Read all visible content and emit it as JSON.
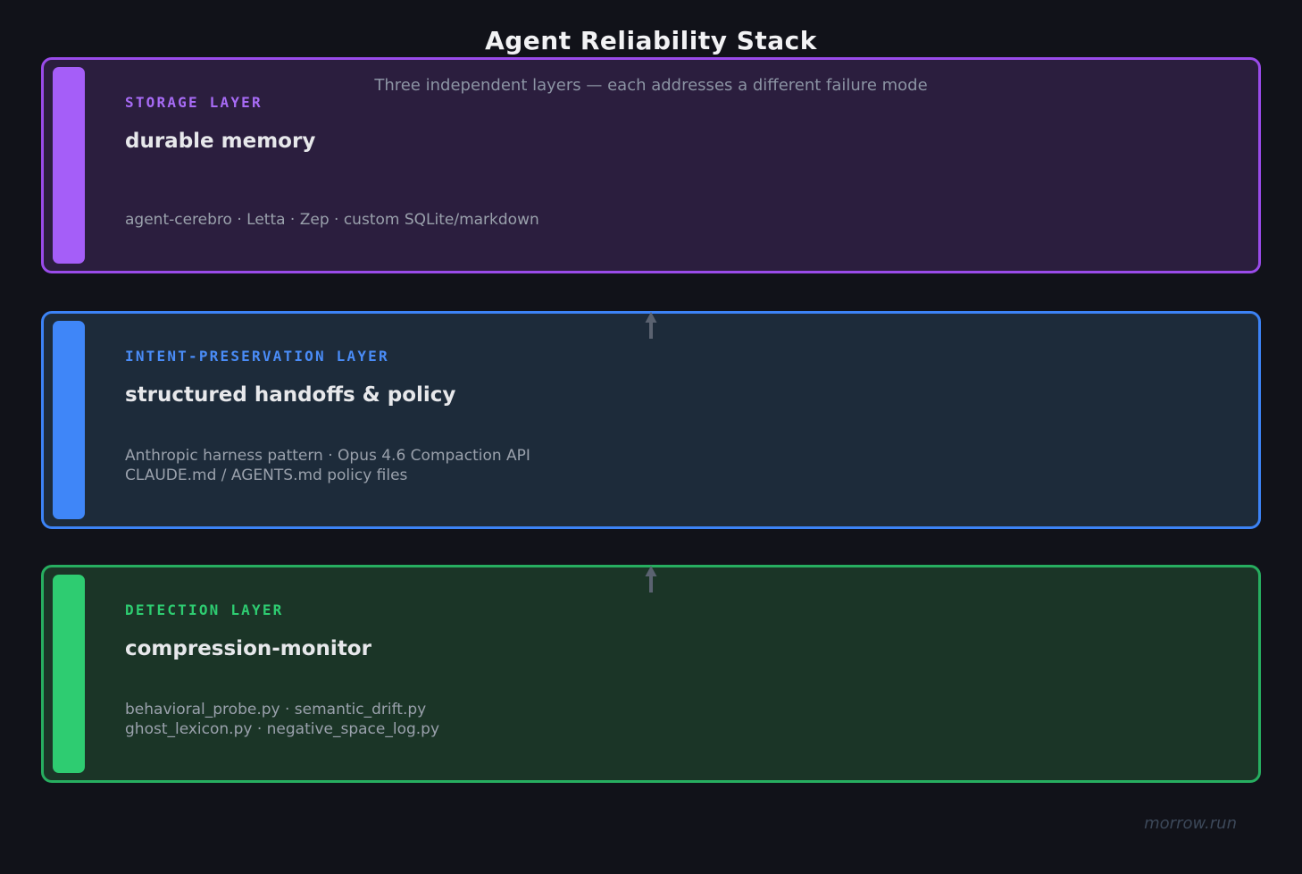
{
  "page": {
    "title": "Agent Reliability Stack",
    "subtitle": "Three independent layers — each addresses a different failure mode",
    "watermark": "morrow.run",
    "background": "#111219",
    "arrow_color": "#5A6270",
    "title_color": "#F2F2F4",
    "subtitle_color": "#8C94A4",
    "card_title_color": "#E7E8EB",
    "card_body_color": "#9AA1AC"
  },
  "icons": {
    "up_arrow": "up-arrow-icon"
  },
  "cards": [
    {
      "label": "STORAGE LAYER",
      "title": "durable memory",
      "body": "agent-cerebro · Letta · Zep · custom SQLite/markdown",
      "colors": {
        "border": "#9A4BEA",
        "accent": "#A55EF8",
        "background": "#2B1E3E",
        "label": "#A76BF5"
      }
    },
    {
      "label": "INTENT-PRESERVATION LAYER",
      "title": "structured handoffs & policy",
      "body": "Anthropic harness pattern · Opus 4.6 Compaction API\nCLAUDE.md / AGENTS.md policy files",
      "colors": {
        "border": "#3C83F6",
        "accent": "#3F86F8",
        "background": "#1D2B3A",
        "label": "#4A8CF7"
      }
    },
    {
      "label": "DETECTION LAYER",
      "title": "compression-monitor",
      "body": "behavioral_probe.py · semantic_drift.py\nghost_lexicon.py · negative_space_log.py",
      "colors": {
        "border": "#27AE60",
        "accent": "#2ECC71",
        "background": "#1B3527",
        "label": "#2ECC71"
      }
    }
  ]
}
